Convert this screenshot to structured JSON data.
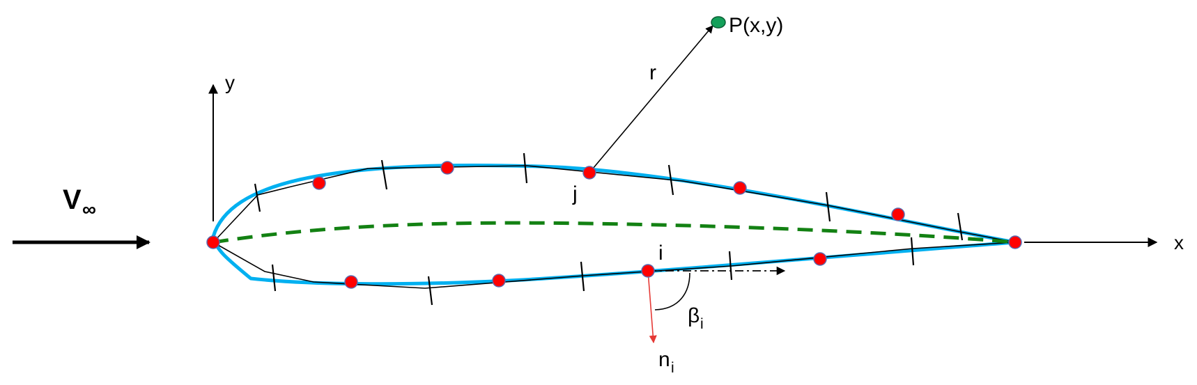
{
  "diagram": {
    "freestream_label": "V",
    "freestream_subscript": "∞",
    "x_axis_label": "x",
    "y_axis_label": "y",
    "point_label": "P(x,y)",
    "distance_label": "r",
    "panel_j_label": "j",
    "panel_i_label": "i",
    "angle_symbol": "β",
    "angle_subscript": "i",
    "normal_symbol": "n",
    "normal_subscript": "i"
  },
  "colors": {
    "airfoil_surface": "#00b0f0",
    "camber_line": "#138113",
    "control_points": "#ff0000",
    "normal_vector": "#e53935",
    "field_point": "#14a05a",
    "panel_lines": "#000000"
  }
}
